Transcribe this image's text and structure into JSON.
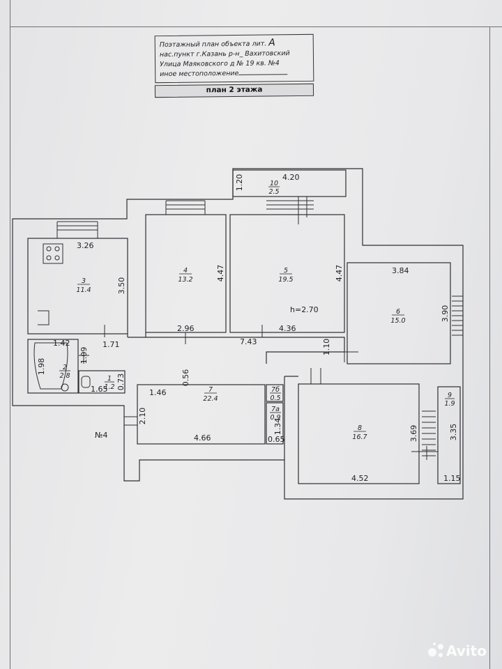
{
  "header": {
    "line1_prefix": "Поэтажный план объекта лит.",
    "line1_letter": "А",
    "line2": "нас.пункт г.Казань р-н_ Вахитовский",
    "line3": "Улица Маяковского д № 19   кв. №4",
    "line4": "иное местоположение",
    "floor_title": "план 2 этажа"
  },
  "plan": {
    "height_label": "h=2.70",
    "apartment_label": "№4",
    "rooms": [
      {
        "id": "room-1",
        "number": "1",
        "area": "1.2"
      },
      {
        "id": "room-2",
        "number": "2",
        "area": "2.8"
      },
      {
        "id": "room-3",
        "number": "3",
        "area": "11.4"
      },
      {
        "id": "room-4",
        "number": "4",
        "area": "13.2"
      },
      {
        "id": "room-5",
        "number": "5",
        "area": "19.5"
      },
      {
        "id": "room-6",
        "number": "6",
        "area": "15.0"
      },
      {
        "id": "room-7",
        "number": "7",
        "area": "22.4"
      },
      {
        "id": "room-7a",
        "number": "7а",
        "area": "0.9"
      },
      {
        "id": "room-7b",
        "number": "7б",
        "area": "0.5"
      },
      {
        "id": "room-8",
        "number": "8",
        "area": "16.7"
      },
      {
        "id": "room-9",
        "number": "9",
        "area": "1.9"
      },
      {
        "id": "room-10",
        "number": "10",
        "area": "2.5"
      }
    ],
    "dimensions": {
      "d_1_20": "1.20",
      "d_4_20": "4.20",
      "d_3_26": "3.26",
      "d_3_50": "3.50",
      "d_4_47_a": "4.47",
      "d_4_47_b": "4.47",
      "d_3_84": "3.84",
      "d_3_90": "3.90",
      "d_2_96": "2.96",
      "d_4_36": "4.36",
      "d_7_43": "7.43",
      "d_1_71": "1.71",
      "d_1_42": "1.42",
      "d_1_98": "1.98",
      "d_1_09": "1.09",
      "d_1_65": "1.65",
      "d_0_73": "0.73",
      "d_0_56": "0.56",
      "d_1_10": "1.10",
      "d_1_46": "1.46",
      "d_2_10": "2.10",
      "d_4_66": "4.66",
      "d_1_34": "1.34",
      "d_0_65": "0.65",
      "d_3_69": "3.69",
      "d_4_52": "4.52",
      "d_3_35": "3.35",
      "d_1_15": "1.15"
    }
  },
  "watermark": "Avito"
}
